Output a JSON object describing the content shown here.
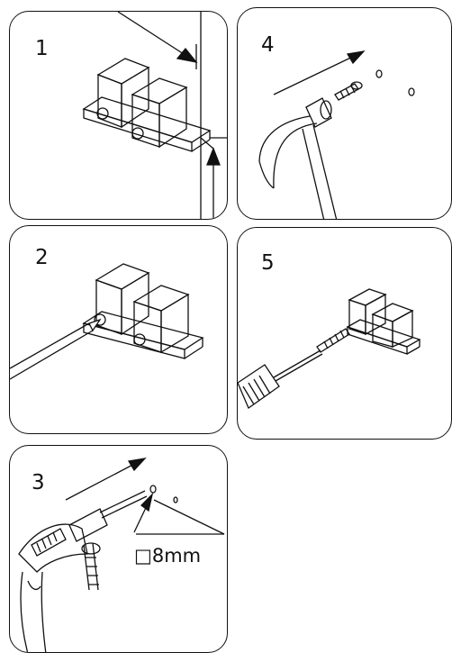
{
  "steps": [
    {
      "number": "1"
    },
    {
      "number": "4"
    },
    {
      "number": "2"
    },
    {
      "number": "5"
    },
    {
      "number": "3"
    }
  ],
  "drill_hole_label": "□8mm",
  "icons": [
    "hammer-icon",
    "drill-icon",
    "screwdriver-icon",
    "wall-plug-icon",
    "screw-icon",
    "pencil-icon",
    "soap-dish-holder-icon"
  ],
  "colors": {
    "line": "#111111",
    "background": "#ffffff"
  }
}
